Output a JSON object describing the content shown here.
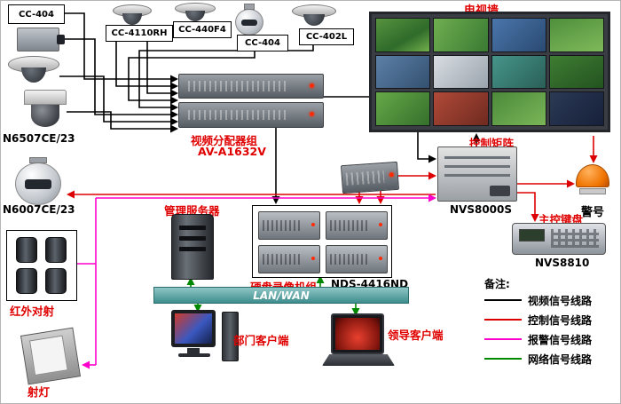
{
  "cameras": {
    "box1_label": "CC-404",
    "cam2_label": "CC-4110RH",
    "cam3_label": "CC-440F4",
    "cam4_label": "CC-404",
    "cam5_label": "CC-402L",
    "ceiling_dome_model": "N6507CE/23",
    "ptz_model": "N6007CE/23",
    "ir_beam_label": "红外对射",
    "spotlight_label": "射灯"
  },
  "distributor": {
    "title": "视频分配器组",
    "model": "AV-A1632V"
  },
  "tv_wall": {
    "title": "电视墙"
  },
  "matrix": {
    "title": "控制矩阵",
    "model": "NVS8000S"
  },
  "alarm": {
    "label": "警号"
  },
  "keyboard": {
    "title": "主控键盘",
    "model": "NVS8810"
  },
  "server": {
    "title": "管理服务器"
  },
  "dvr": {
    "title": "硬盘录像机组",
    "model": "NDS-4416ND"
  },
  "network": {
    "lan_label": "LAN/WAN",
    "dept_client": "部门客户端",
    "leader_client": "领导客户端"
  },
  "legend": {
    "title": "备注:",
    "items": [
      {
        "label": "视频信号线路",
        "color": "#000000"
      },
      {
        "label": "控制信号线路",
        "color": "#dd0000"
      },
      {
        "label": "报警信号线路",
        "color": "#ff00cc"
      },
      {
        "label": "网络信号线路",
        "color": "#008800"
      }
    ]
  }
}
